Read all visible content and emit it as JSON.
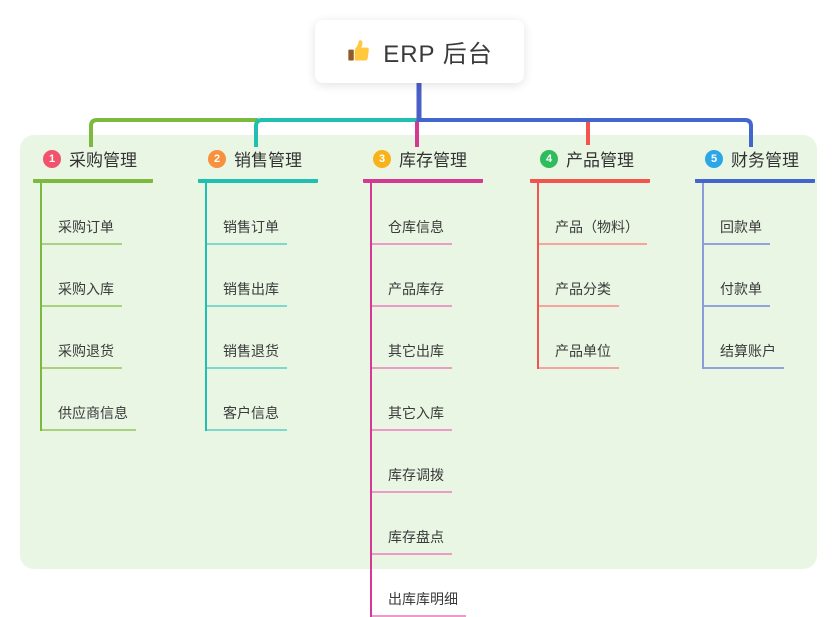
{
  "root": {
    "label": "ERP 后台",
    "icon": "thumbs-up-icon"
  },
  "palette": {
    "panel_bg": "#E9F6E4",
    "card_bg": "#FFFFFF",
    "text": "#333333",
    "trunk": "#4A5FC8"
  },
  "branches": [
    {
      "badge": "1",
      "badge_color": "#F0536B",
      "color": "#7CB93E",
      "spine": "#7CB93E",
      "light": "#A9D17F",
      "label": "采购管理",
      "children": [
        "采购订单",
        "采购入库",
        "采购退货",
        "供应商信息"
      ]
    },
    {
      "badge": "2",
      "badge_color": "#F8913C",
      "color": "#21BFAF",
      "spine": "#21BFAF",
      "light": "#7ED8CC",
      "label": "销售管理",
      "children": [
        "销售订单",
        "销售出库",
        "销售退货",
        "客户信息"
      ]
    },
    {
      "badge": "3",
      "badge_color": "#F8B31A",
      "color": "#D43A92",
      "spine": "#D43A92",
      "light": "#EC9BC6",
      "label": "库存管理",
      "children": [
        "仓库信息",
        "产品库存",
        "其它出库",
        "其它入库",
        "库存调拨",
        "库存盘点",
        "出库库明细"
      ]
    },
    {
      "badge": "4",
      "badge_color": "#2FBC5D",
      "color": "#F2554E",
      "spine": "#F2554E",
      "light": "#F8A49E",
      "label": "产品管理",
      "children": [
        "产品（物料）",
        "产品分类",
        "产品单位"
      ]
    },
    {
      "badge": "5",
      "badge_color": "#2BA7E8",
      "color": "#4365CE",
      "spine": "#8B9AD9",
      "light": "#93A3DC",
      "label": "财务管理",
      "children": [
        "回款单",
        "付款单",
        "结算账户"
      ]
    }
  ]
}
